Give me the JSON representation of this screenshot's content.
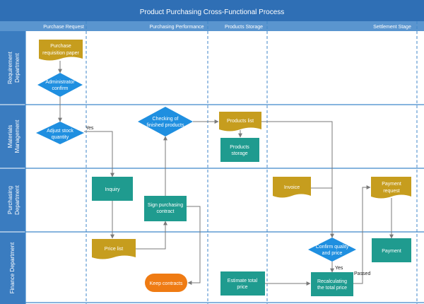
{
  "title": "Product Purchasing Cross-Functional Process",
  "phases": [
    "Purchase Request",
    "Purchasing Performance",
    "Products Storage",
    "Settlement Stage"
  ],
  "lanes": [
    "Requirement Department",
    "Materials Management",
    "Purchasing Department",
    "Finance Department"
  ],
  "nodes": {
    "purchase_requisition": [
      "Purchase",
      "requisition paper"
    ],
    "administrator_confirm": [
      "Administrator",
      "confirm"
    ],
    "adjust_stock": [
      "Adjust stock",
      "quantity"
    ],
    "checking_finished": [
      "Checking of",
      "finished products"
    ],
    "products_list": [
      "Products list"
    ],
    "products_storage": [
      "Products",
      "storage"
    ],
    "inquiry": [
      "Inquiry"
    ],
    "sign_contract": [
      "Sign purchasing",
      "contract"
    ],
    "invoice": [
      "Invoice"
    ],
    "payment_request": [
      "Payment",
      "request"
    ],
    "price_list": [
      "Price list"
    ],
    "keep_contracts": [
      "Keep contracts"
    ],
    "estimate_price": [
      "Estimate total",
      "price"
    ],
    "confirm_quality": [
      "Confirm quality",
      "and price"
    ],
    "recalculating": [
      "Recalculating",
      "the total price"
    ],
    "payment": [
      "Payment"
    ]
  },
  "edge_labels": {
    "yes_1": "Yes",
    "yes_2": "Yes",
    "passed": "Passed"
  },
  "colors": {
    "header": "#2f6fb5",
    "phase_bar": "#5a95cf",
    "lane_bg": "#3a7cc0",
    "diamond": "#1f8fe0",
    "process": "#1f9b8f",
    "document": "#c69d1e",
    "terminal": "#ef7b13",
    "divider": "#3f86c9",
    "arrow": "#7a7a7a"
  }
}
